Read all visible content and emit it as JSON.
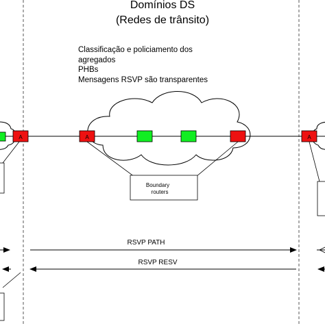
{
  "title": {
    "line1": "Domínios DS",
    "line2": "(Redes de trânsito)"
  },
  "notes": {
    "line1": "Classificação e policiamento dos",
    "line2": "agregados",
    "line3": "PHBs",
    "line4": "Mensagens RSVP são transparentes"
  },
  "router_label": "A",
  "boundary_box": {
    "line1": "Boundary",
    "line2": "routers"
  },
  "arrows": {
    "path": "RSVP PATH",
    "resv": "RSVP RESV"
  },
  "colors": {
    "boundary_router": "#ee1111",
    "interior_router": "#11ee22",
    "line": "#000000",
    "divider": "#555555"
  }
}
